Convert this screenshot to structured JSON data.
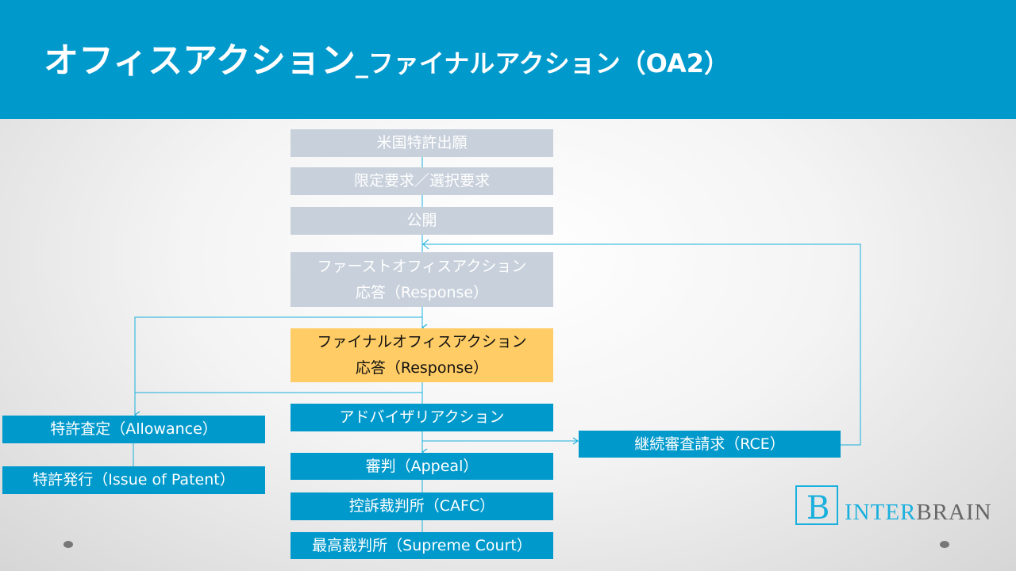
{
  "title": {
    "main": "オフィスアクション",
    "sub": "_ファイナルアクション（OA2）"
  },
  "flow": {
    "us_application": "米国特許出願",
    "restriction": "限定要求／選択要求",
    "publication": "公開",
    "first_oa_line1": "ファーストオフィスアクション",
    "first_oa_line2": "応答（Response）",
    "final_oa_line1": "ファイナルオフィスアクション",
    "final_oa_line2": "応答（Response）",
    "advisory": "アドバイザリアクション",
    "appeal": "審判（Appeal）",
    "cafc": "控訴裁判所（CAFC）",
    "supreme": "最高裁判所（Supreme Court）",
    "allowance": "特許査定（Allowance）",
    "issue": "特許発行（Issue of Patent）",
    "rce": "継続審査請求（RCE）"
  },
  "logo": {
    "mark": "B",
    "inter": "INTER",
    "brain": "BRAIN"
  },
  "colors": {
    "header": "#0099cc",
    "gray_box": "#c8d0db",
    "highlight": "#ffcc66",
    "line": "#1ab0dd"
  }
}
